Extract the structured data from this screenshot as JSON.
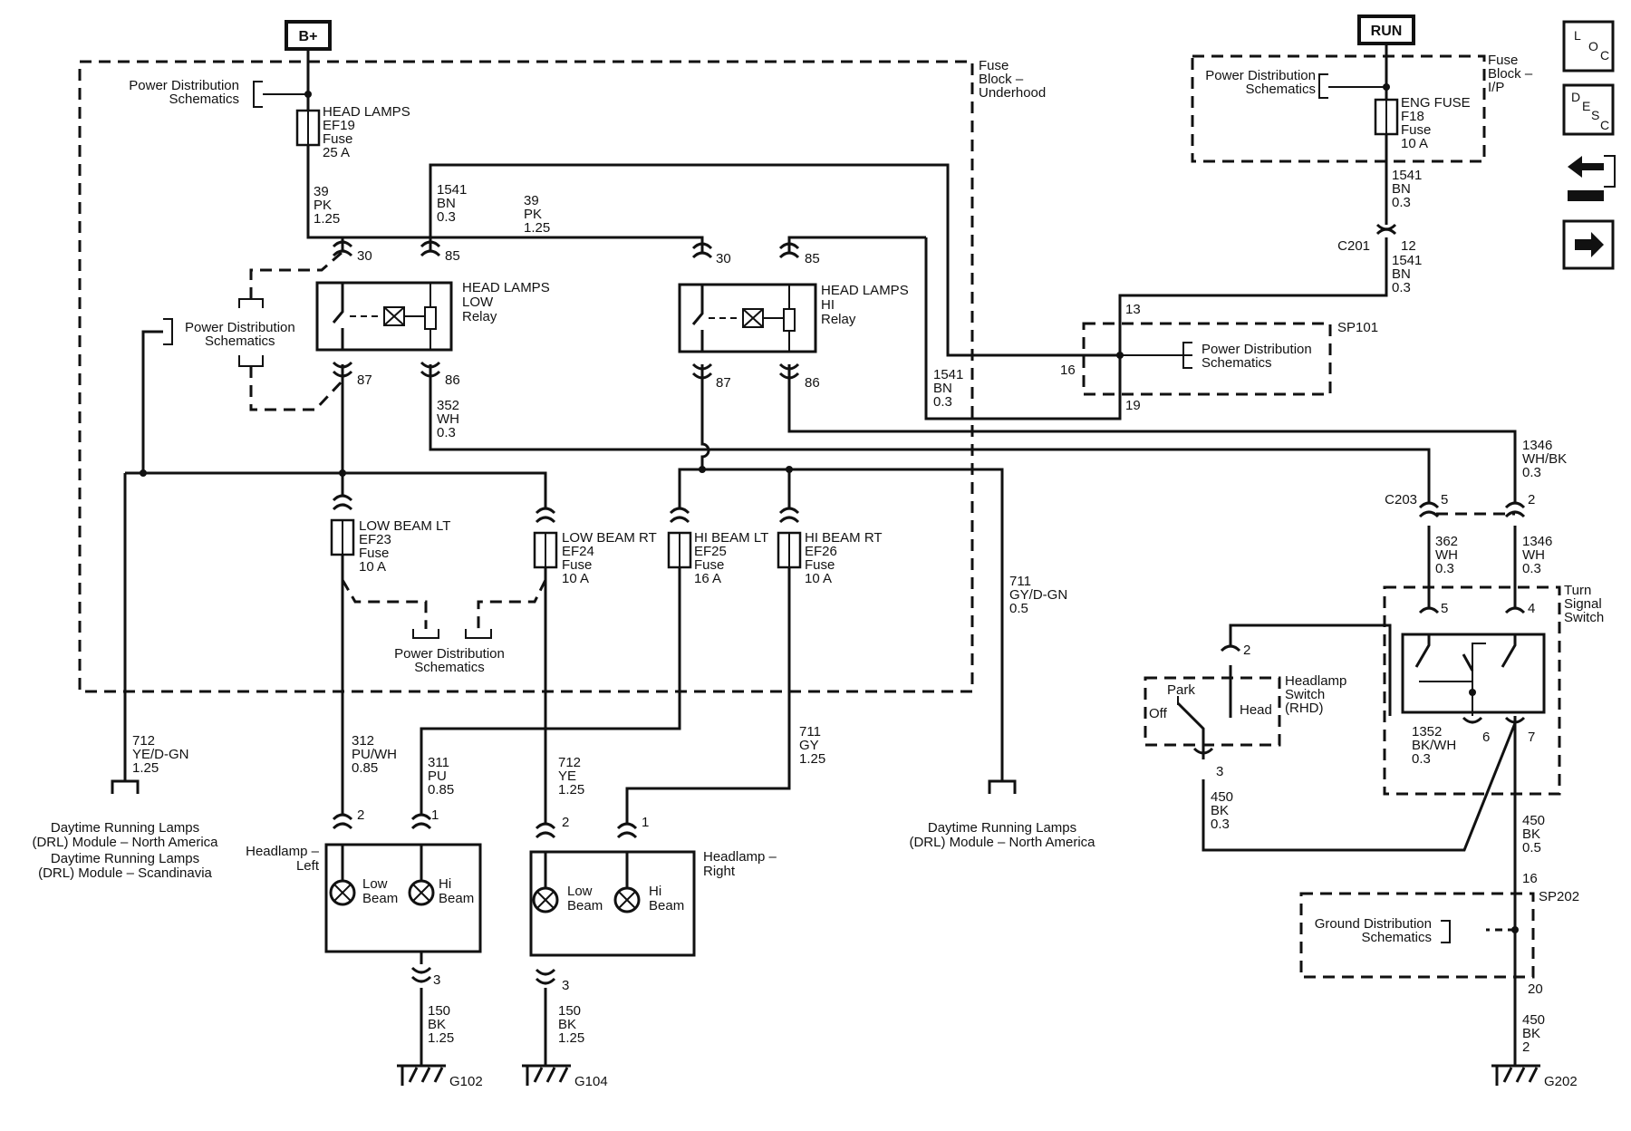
{
  "terminals": {
    "bplus": "B+",
    "run": "RUN"
  },
  "nav_icons": {
    "loc": [
      "L",
      "O",
      "C"
    ],
    "desc": [
      "D",
      "E",
      "S",
      "C"
    ],
    "connector_icon": "connector-icon",
    "next_icon": "arrow-right-icon"
  },
  "fuse_blocks": {
    "underhood": [
      "Fuse",
      "Block –",
      "Underhood"
    ],
    "ip": [
      "Fuse",
      "Block –",
      "I/P"
    ]
  },
  "power_dist": [
    "Power Distribution",
    "Schematics"
  ],
  "ground_dist": [
    "Ground Distribution",
    "Schematics"
  ],
  "fuses": {
    "ef19": [
      "HEAD LAMPS",
      "EF19",
      "Fuse",
      "25 A"
    ],
    "f18": [
      "ENG FUSE",
      "F18",
      "Fuse",
      "10 A"
    ],
    "ef23": [
      "LOW BEAM LT",
      "EF23",
      "Fuse",
      "10 A"
    ],
    "ef24": [
      "LOW BEAM RT",
      "EF24",
      "Fuse",
      "10 A"
    ],
    "ef25": [
      "HI BEAM LT",
      "EF25",
      "Fuse",
      "16 A"
    ],
    "ef26": [
      "HI BEAM RT",
      "EF26",
      "Fuse",
      "10 A"
    ]
  },
  "relays": {
    "low": [
      "HEAD LAMPS",
      "LOW",
      "Relay"
    ],
    "hi": [
      "HEAD LAMPS",
      "HI",
      "Relay"
    ]
  },
  "pins": {
    "p30": "30",
    "p85": "85",
    "p87": "87",
    "p86": "86",
    "p13": "13",
    "p16": "16",
    "p19": "19",
    "p12": "12",
    "p5": "5",
    "p2": "2",
    "p4": "4",
    "p6": "6",
    "p7": "7",
    "p1": "1",
    "p3": "3",
    "p20": "20"
  },
  "wires": {
    "w39a": [
      "39",
      "PK",
      "1.25"
    ],
    "w1541a": [
      "1541",
      "BN",
      "0.3"
    ],
    "w39b": [
      "39",
      "PK",
      "1.25"
    ],
    "w1541b": [
      "1541",
      "BN",
      "0.3"
    ],
    "w1541c": [
      "1541",
      "BN",
      "0.3"
    ],
    "w1541d": [
      "1541",
      "BN",
      "0.3"
    ],
    "w352": [
      "352",
      "WH",
      "0.3"
    ],
    "w1346a": [
      "1346",
      "WH/BK",
      "0.3"
    ],
    "w362": [
      "362",
      "WH",
      "0.3"
    ],
    "w1346b": [
      "1346",
      "WH",
      "0.3"
    ],
    "w711a": [
      "711",
      "GY/D-GN",
      "0.5"
    ],
    "w712a": [
      "712",
      "YE/D-GN",
      "1.25"
    ],
    "w312": [
      "312",
      "PU/WH",
      "0.85"
    ],
    "w311": [
      "311",
      "PU",
      "0.85"
    ],
    "w712b": [
      "712",
      "YE",
      "1.25"
    ],
    "w711b": [
      "711",
      "GY",
      "1.25"
    ],
    "w1352": [
      "1352",
      "BK/WH",
      "0.3"
    ],
    "w450a": [
      "450",
      "BK",
      "0.3"
    ],
    "w450b": [
      "450",
      "BK",
      "0.5"
    ],
    "w450c": [
      "450",
      "BK",
      "2"
    ],
    "w150a": [
      "150",
      "BK",
      "1.25"
    ],
    "w150b": [
      "150",
      "BK",
      "1.25"
    ]
  },
  "connectors": {
    "c201": "C201",
    "c203": "C203",
    "sp101": "SP101",
    "sp202": "SP202",
    "sp202_pin": "16"
  },
  "drl": {
    "left": [
      "Daytime Running Lamps",
      "(DRL) Module – North America",
      "Daytime Running Lamps",
      "(DRL) Module – Scandinavia"
    ],
    "right": [
      "Daytime Running Lamps",
      "(DRL) Module – North America"
    ]
  },
  "headlamps": {
    "left": [
      "Headlamp –",
      "Left"
    ],
    "right": [
      "Headlamp –",
      "Right"
    ],
    "low": [
      "Low",
      "Beam"
    ],
    "hi": [
      "Hi",
      "Beam"
    ]
  },
  "switches": {
    "turn": [
      "Turn",
      "Signal",
      "Switch"
    ],
    "headlamp": [
      "Headlamp",
      "Switch",
      "(RHD)"
    ],
    "park": "Park",
    "off": "Off",
    "head": "Head"
  },
  "grounds": {
    "g102": "G102",
    "g104": "G104",
    "g202": "G202"
  }
}
